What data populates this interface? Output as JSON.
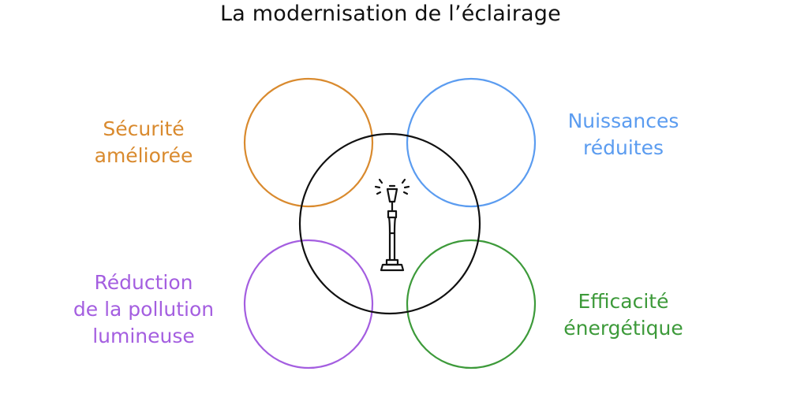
{
  "title": "La modernisation de l’éclairage",
  "center": {
    "icon": "street-lamp-icon",
    "color": "#111111"
  },
  "benefits": [
    {
      "id": "orange",
      "lines": [
        "Sécurité",
        "améliorée"
      ],
      "color": "#d98a2e",
      "icon": "circle"
    },
    {
      "id": "blue",
      "lines": [
        "Nuissances",
        "réduites"
      ],
      "color": "#5b9cf0",
      "icon": "circle"
    },
    {
      "id": "purple",
      "lines": [
        "Réduction",
        "de la pollution",
        "lumineuse"
      ],
      "color": "#a45ee0",
      "icon": "circle"
    },
    {
      "id": "green",
      "lines": [
        "Efficacité",
        "énergétique"
      ],
      "color": "#3d9a3a",
      "icon": "circle"
    }
  ]
}
